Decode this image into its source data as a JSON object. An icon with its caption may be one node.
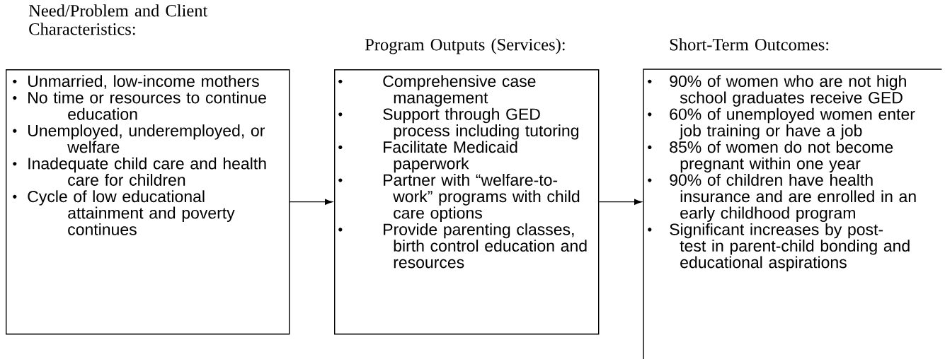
{
  "diagram": {
    "nodes": [
      {
        "text": [
          "Need/Problem and Client Characteristics:",
          "Unmarried, low-income mothers",
          "No time or resources to continue education",
          "Unemployed, underemployed, or welfare",
          "Inadequate child care and health care for children",
          "Cycle of low educational attainment and poverty continues"
        ]
      },
      {
        "text": [
          "Program Outputs (Services):",
          "Comprehensive case management",
          "Support through GED process including tutoring",
          "Facilitate Medicaid paperwork",
          "Partner with “welfare-to-work” programs with child care options",
          "Provide parenting classes, birth control education and resources"
        ]
      },
      {
        "text": [
          "Short-Term Outcomes:",
          "90% of women who are not high school graduates receive GED",
          "60% of unemployed women enter job training or have a job",
          "85% of women do not become pregnant within one year",
          "90% of children have health insurance and are enrolled in an early childhood program",
          "Significant increases by post-test in parent-child bonding and educational aspirations"
        ]
      }
    ],
    "edges": [
      {
        "from": 0,
        "to": 1,
        "arrow": "to"
      },
      {
        "from": 1,
        "to": 2,
        "arrow": "to"
      }
    ]
  }
}
